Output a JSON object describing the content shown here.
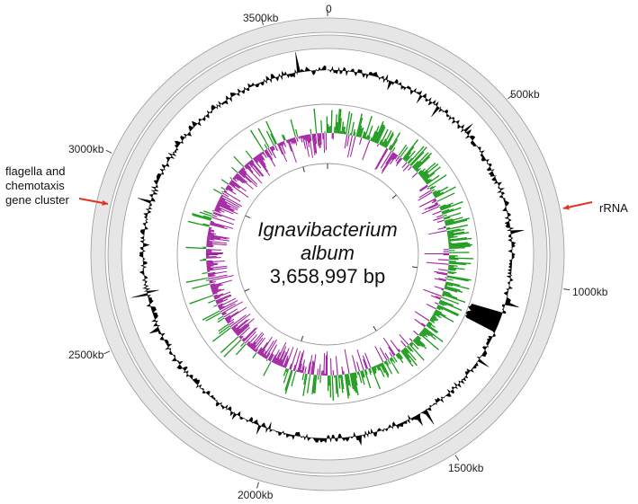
{
  "genome": {
    "name_line1": "Ignavibacterium",
    "name_line2": "album",
    "size": "3,658,997 bp",
    "length_bp": 3658997
  },
  "ticks": [
    {
      "label": "0",
      "kb": 0
    },
    {
      "label": "500kb",
      "kb": 500
    },
    {
      "label": "1000kb",
      "kb": 1000
    },
    {
      "label": "1500kb",
      "kb": 1500
    },
    {
      "label": "2000kb",
      "kb": 2000
    },
    {
      "label": "2500kb",
      "kb": 2500
    },
    {
      "label": "3000kb",
      "kb": 3000
    },
    {
      "label": "3500kb",
      "kb": 3500
    }
  ],
  "annotations": {
    "left": "flagella and chemotaxis gene cluster",
    "left_lines": [
      "flagella and",
      "chemotaxis",
      "gene cluster"
    ],
    "right": "rRNA"
  },
  "colors": {
    "gc_skew_positive": "#1a9a1a",
    "gc_skew_negative": "#a020a0",
    "gc_content": "#000000",
    "ring_line": "#9a9a9a",
    "arrow": "#e53020",
    "feature_palette": [
      "#3a9a9a",
      "#7ab85a",
      "#c050b0",
      "#5a78c8",
      "#d0a040",
      "#9ad0d0",
      "#b0b0b0",
      "#40a060",
      "#e07060",
      "#6060a0"
    ]
  },
  "tracks": [
    "forward-strand CDS",
    "reverse-strand CDS",
    "GC content",
    "GC skew"
  ]
}
